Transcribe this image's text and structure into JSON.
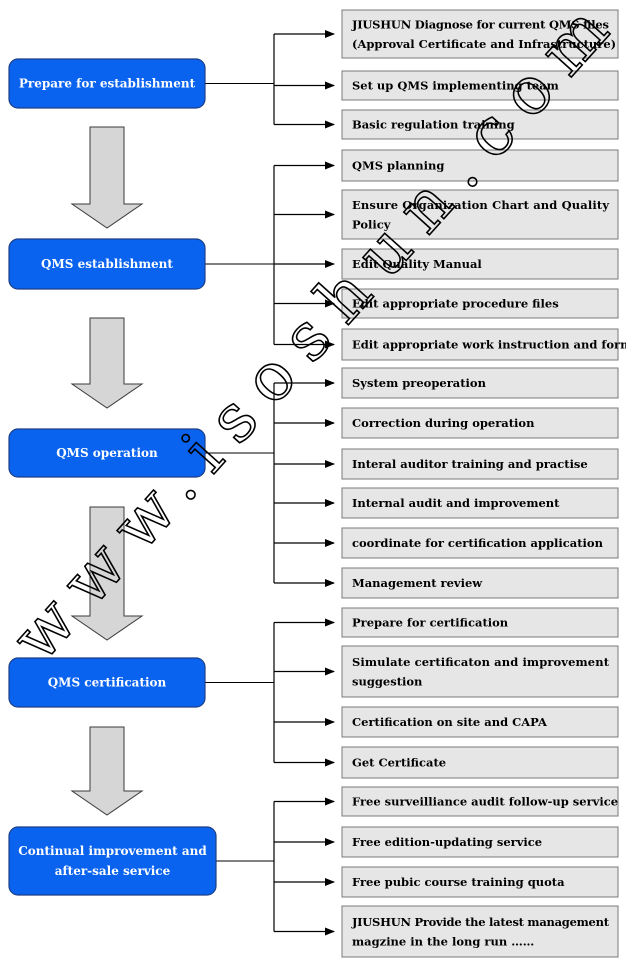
{
  "watermark": "www.isoshun.com",
  "colors": {
    "stage_fill": "#0a63ef",
    "stage_stroke": "#1d3f86",
    "task_fill": "#e6e6e6",
    "task_stroke": "#7a7a7a",
    "arrow_fill": "#d6d6d6"
  },
  "stages": [
    {
      "label": "Prepare for establishment",
      "tasks": [
        [
          "JIUSHUN Diagnose for current QMS files",
          "(Approval Certificate and Infrastructure)"
        ],
        [
          "Set up QMS implementing team"
        ],
        [
          "Basic regulation training"
        ]
      ]
    },
    {
      "label": "QMS establishment",
      "tasks": [
        [
          "QMS planning"
        ],
        [
          "Ensure Organization Chart and Quality",
          "Policy"
        ],
        [
          "Edit Quality Manual"
        ],
        [
          "Edit appropriate procedure files"
        ],
        [
          "Edit appropriate work instruction and form"
        ]
      ]
    },
    {
      "label": "QMS operation",
      "tasks": [
        [
          "System preoperation"
        ],
        [
          "Correction during operation"
        ],
        [
          "Interal auditor training and practise"
        ],
        [
          "Internal audit and improvement"
        ],
        [
          "coordinate for certification application"
        ],
        [
          "Management review"
        ]
      ]
    },
    {
      "label": "QMS certification",
      "tasks": [
        [
          "Prepare for certification"
        ],
        [
          "Simulate certificaton and improvement",
          "suggestion"
        ],
        [
          "Certification on site and CAPA"
        ],
        [
          "Get Certificate"
        ]
      ]
    },
    {
      "label": [
        "Continual improvement and",
        "after-sale service"
      ],
      "tasks": [
        [
          "Free surveilliance audit follow-up service"
        ],
        [
          "Free edition-updating service"
        ],
        [
          "Free pubic course training quota"
        ],
        [
          "JIUSHUN Provide the latest management",
          "magzine in the long run ……"
        ]
      ]
    }
  ]
}
